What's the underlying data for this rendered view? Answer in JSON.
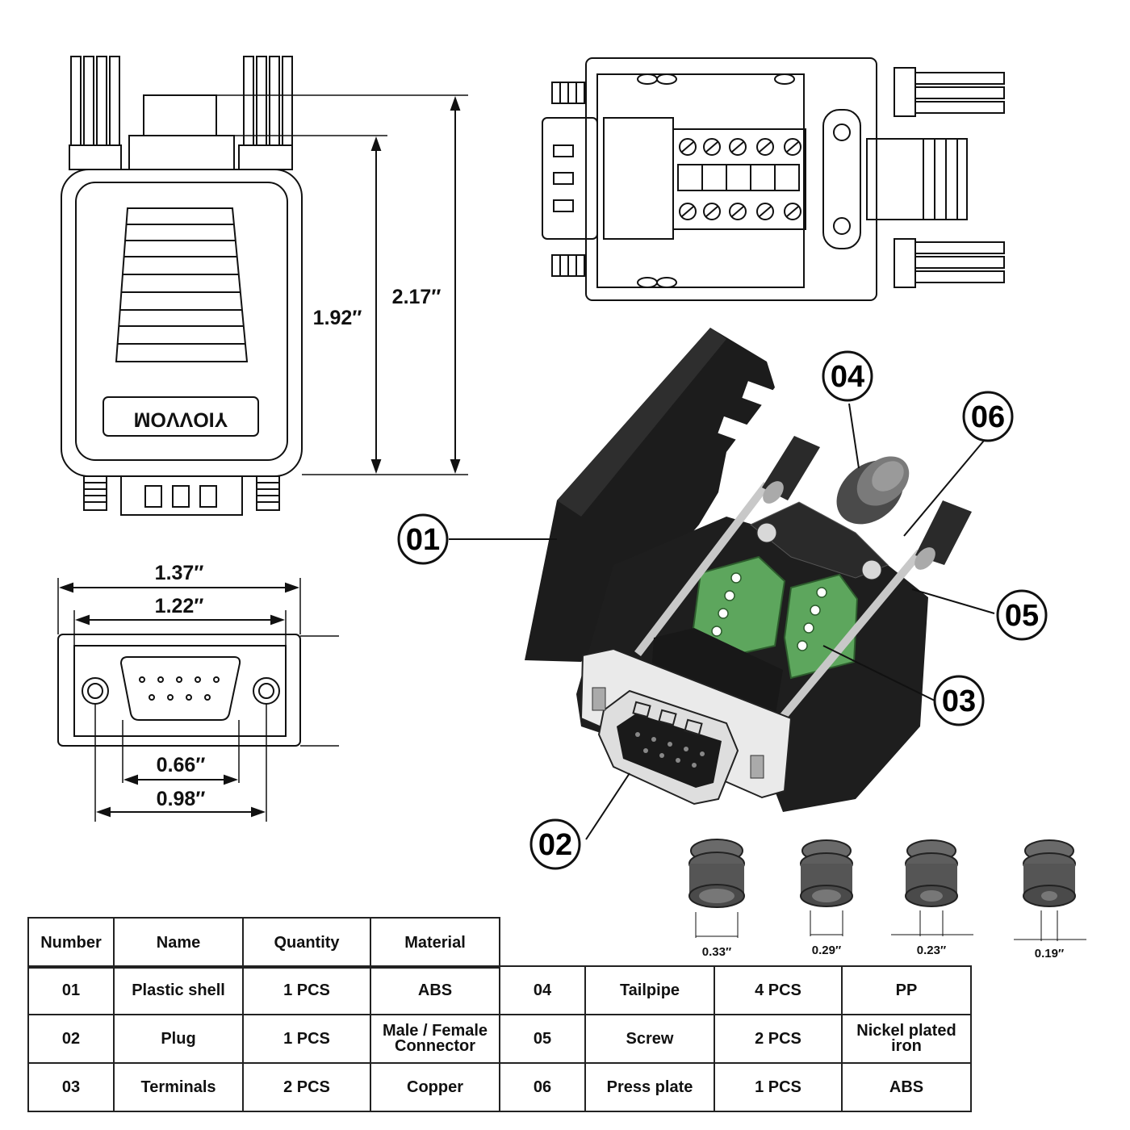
{
  "front_view": {
    "logo_text": "YIOVVOM",
    "dim_inner_height": "1.92″",
    "dim_outer_height": "2.17″"
  },
  "face_view": {
    "dim_outer_width": "1.37″",
    "dim_inner_width": "1.22″",
    "dim_dsub_width": "0.66″",
    "dim_screw_spacing": "0.98″"
  },
  "callouts": [
    "01",
    "02",
    "03",
    "04",
    "05",
    "06"
  ],
  "tailpipes": [
    {
      "diameter": "0.33″"
    },
    {
      "diameter": "0.29″"
    },
    {
      "diameter": "0.23″"
    },
    {
      "diameter": "0.19″"
    }
  ],
  "parts_table": {
    "headers": [
      "Number",
      "Name",
      "Quantity",
      "Material"
    ],
    "rows": [
      {
        "left": [
          "01",
          "Plastic shell",
          "1 PCS",
          "ABS"
        ],
        "right": [
          "04",
          "Tailpipe",
          "4 PCS",
          "PP"
        ]
      },
      {
        "left": [
          "02",
          "Plug",
          "1 PCS",
          "Male / Female Connector"
        ],
        "right": [
          "05",
          "Screw",
          "2 PCS",
          "Nickel plated iron"
        ]
      },
      {
        "left": [
          "03",
          "Terminals",
          "2 PCS",
          "Copper"
        ],
        "right": [
          "06",
          "Press plate",
          "1 PCS",
          "ABS"
        ]
      }
    ]
  },
  "colors": {
    "shell": "#1c1c1c",
    "terminal_block": "#5da65d",
    "tailpipe": "#5c5c5c",
    "line": "#111111"
  }
}
